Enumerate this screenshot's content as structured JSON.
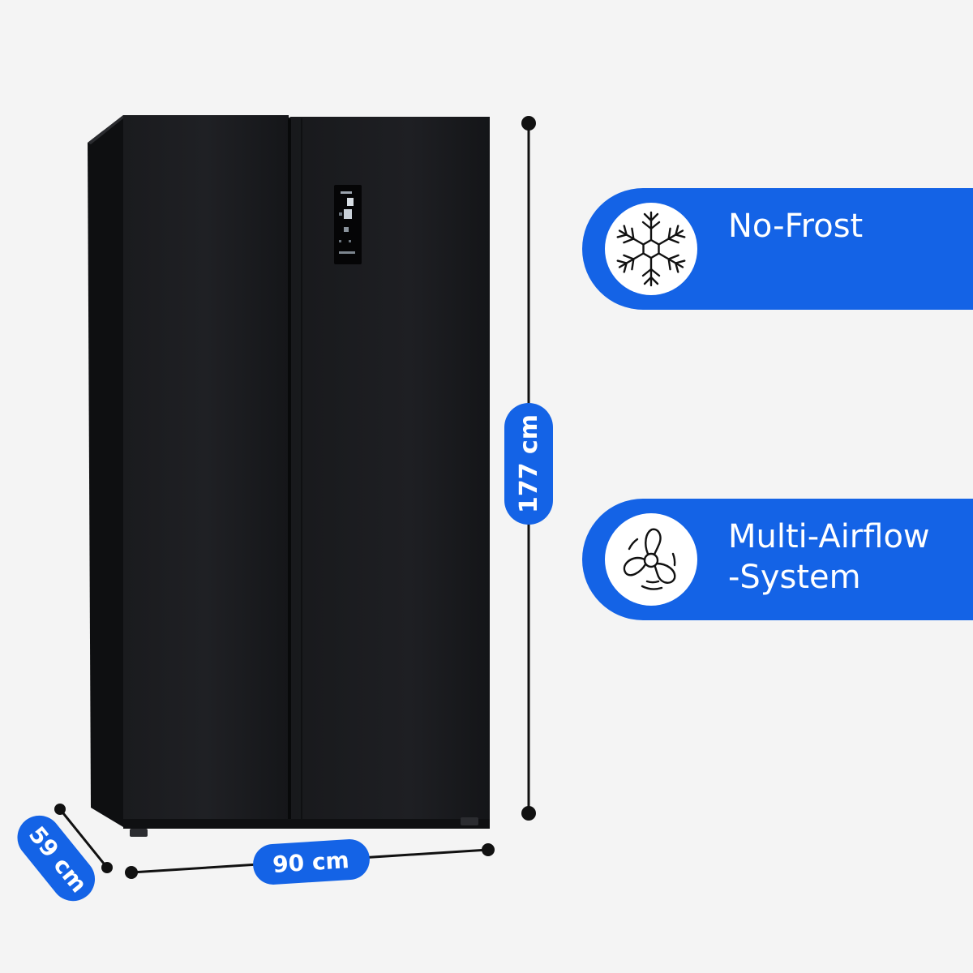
{
  "dimensions": {
    "height_label": "177 cm",
    "width_label": "90 cm",
    "depth_label": "59 cm"
  },
  "features": [
    {
      "label": "No-Frost",
      "icon": "snowflake-icon"
    },
    {
      "label": "Multi-Airflow\n-System",
      "icon": "fan-icon"
    }
  ],
  "colors": {
    "accent": "#1463e6",
    "background": "#f4f4f4",
    "appliance": "#17181b"
  }
}
